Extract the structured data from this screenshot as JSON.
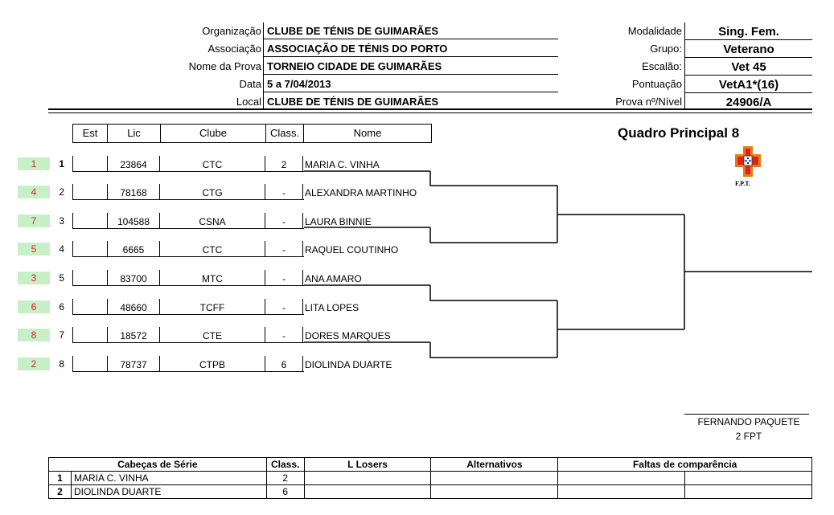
{
  "header": {
    "left": [
      {
        "label": "Organização",
        "value": "CLUBE DE TÉNIS DE GUIMARÃES"
      },
      {
        "label": "Associação",
        "value": "ASSOCIAÇÃO DE TÉNIS DO PORTO"
      },
      {
        "label": "Nome da Prova",
        "value": "TORNEIO CIDADE DE GUIMARÃES"
      },
      {
        "label": "Data",
        "value": "5 a 7/04/2013"
      },
      {
        "label": "Local",
        "value": "CLUBE DE TÉNIS DE GUIMARÃES"
      }
    ],
    "right": [
      {
        "label": "Modalidade",
        "value": "Sing. Fem."
      },
      {
        "label": "Grupo:",
        "value": "Veterano"
      },
      {
        "label": "Escalão:",
        "value": "Vet 45"
      },
      {
        "label": "Pontuação",
        "value": "VetA1*(16)"
      },
      {
        "label": "Prova nº/Nível",
        "value": "24906/A"
      }
    ]
  },
  "draw_title": "Quadro Principal 8",
  "logo_text": "F.P.T.",
  "columns": {
    "est": "Est",
    "lic": "Lic",
    "clube": "Clube",
    "class": "Class.",
    "nome": "Nome"
  },
  "players": [
    {
      "seed": "1",
      "pos": "1",
      "lic": "23864",
      "clube": "CTC",
      "class": "2",
      "nome": "MARIA C. VINHA"
    },
    {
      "seed": "4",
      "pos": "2",
      "lic": "78168",
      "clube": "CTG",
      "class": "-",
      "nome": "ALEXANDRA MARTINHO"
    },
    {
      "seed": "7",
      "pos": "3",
      "lic": "104588",
      "clube": "CSNA",
      "class": "-",
      "nome": "LAURA BINNIE"
    },
    {
      "seed": "5",
      "pos": "4",
      "lic": "6665",
      "clube": "CTC",
      "class": "-",
      "nome": "RAQUEL COUTINHO"
    },
    {
      "seed": "3",
      "pos": "5",
      "lic": "83700",
      "clube": "MTC",
      "class": "-",
      "nome": "ANA AMARO"
    },
    {
      "seed": "6",
      "pos": "6",
      "lic": "48660",
      "clube": "TCFF",
      "class": "-",
      "nome": "LITA LOPES"
    },
    {
      "seed": "8",
      "pos": "7",
      "lic": "18572",
      "clube": "CTE",
      "class": "-",
      "nome": "DORES MARQUES"
    },
    {
      "seed": "2",
      "pos": "8",
      "lic": "78737",
      "clube": "CTPB",
      "class": "6",
      "nome": "DIOLINDA DUARTE"
    }
  ],
  "referee": {
    "name": "FERNANDO PAQUETE",
    "grade": "2 FPT"
  },
  "bottom": {
    "headers": {
      "seeds": "Cabeças de Série",
      "class": "Class.",
      "losers": "L Losers",
      "alternativos": "Alternativos",
      "faltas": "Faltas de comparência"
    },
    "rows": [
      {
        "n": "1",
        "name": "MARIA C. VINHA",
        "class": "2"
      },
      {
        "n": "2",
        "name": "DIOLINDA DUARTE",
        "class": "6"
      }
    ]
  }
}
